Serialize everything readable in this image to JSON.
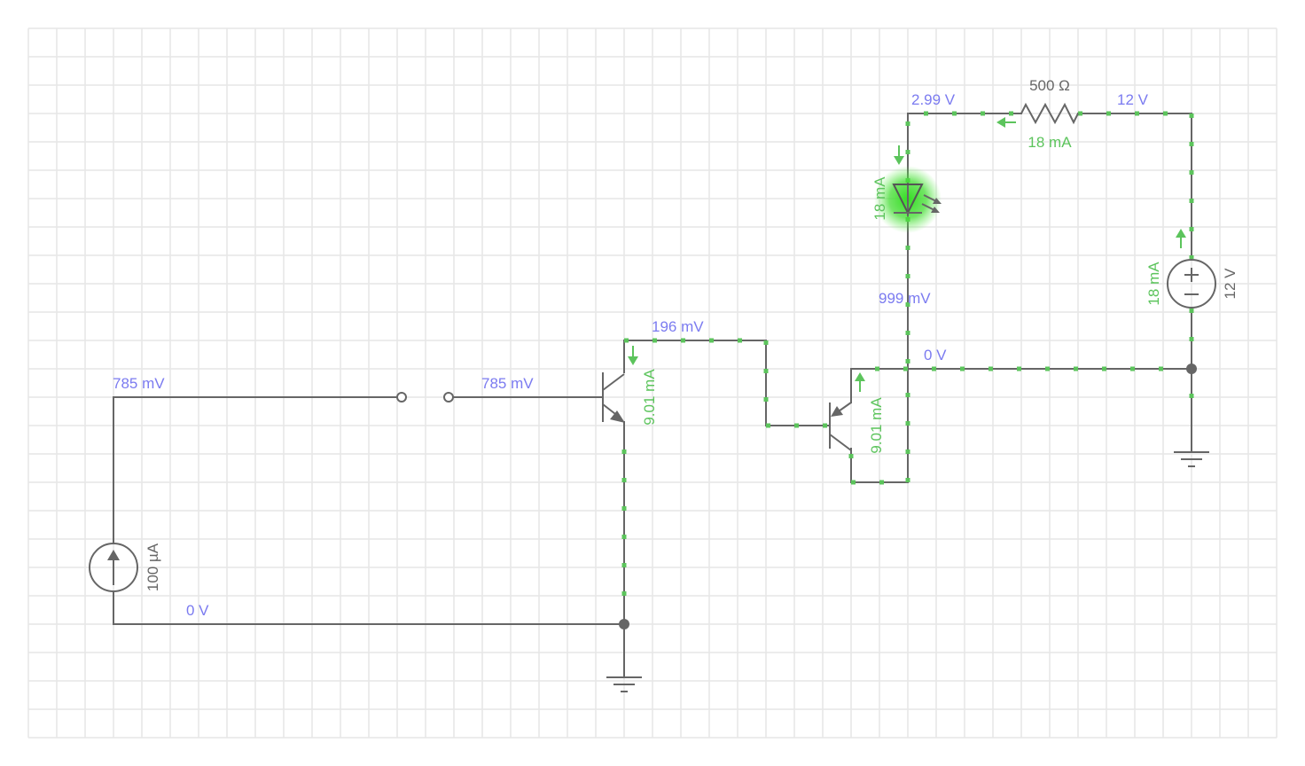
{
  "colors": {
    "grid": "#e6e6e6",
    "wire": "#666666",
    "current": "#5cc45c",
    "voltage_label": "#7b7bf0",
    "led_glow": "#33dd22",
    "value_label": "#666666"
  },
  "voltage_labels": {
    "left_top": "785 mV",
    "switch_right": "785 mV",
    "left_bottom": "0 V",
    "q1_collector": "196 mV",
    "q2_emitter": "0 V",
    "led_bottom": "999 mV",
    "led_top": "2.99 V",
    "supply_top": "12 V"
  },
  "current_labels": {
    "q1_collector": "9.01 mA",
    "q2_emitter": "9.01 mA",
    "led": "18 mA",
    "resistor": "18 mA",
    "supply": "18 mA"
  },
  "component_values": {
    "resistor": "500 Ω",
    "voltage_source": "12 V",
    "current_source": "100 µA"
  },
  "icons": {
    "current_source": "current-source-icon",
    "voltage_source": "voltage-source-icon",
    "led": "led-icon",
    "resistor": "resistor-icon",
    "npn": "npn-transistor-icon",
    "pnp": "pnp-transistor-icon",
    "ground": "ground-icon",
    "switch": "open-switch-icon"
  }
}
